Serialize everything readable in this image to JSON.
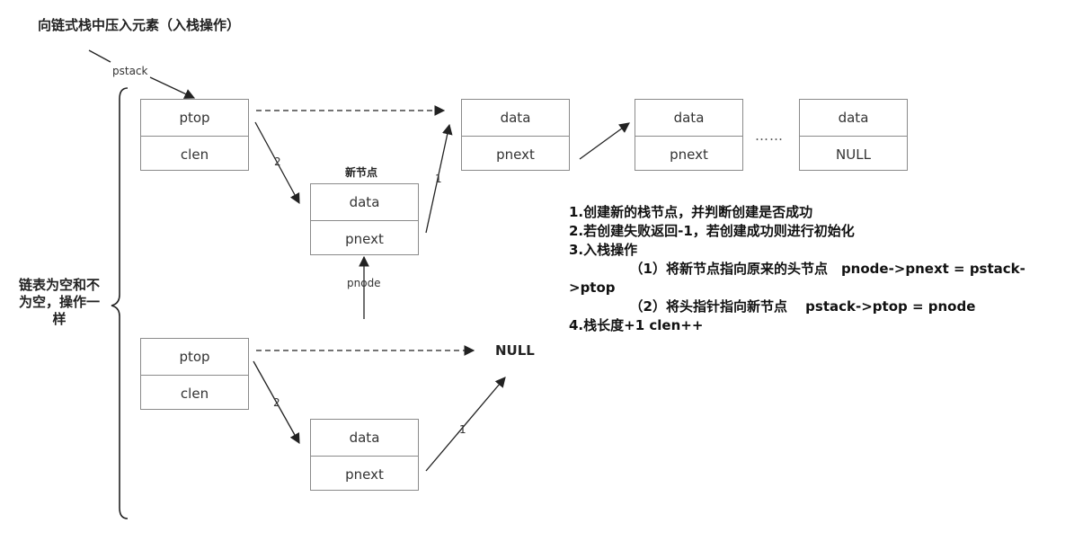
{
  "title": "向链式栈中压入元素（入栈操作）",
  "pstack_label": "pstack",
  "pnode_label": "pnode",
  "new_node_title": "新节点",
  "ellipsis": "……",
  "brace_label": "链表为空和不为空，操作一样",
  "top_section": {
    "stack_head": {
      "field1": "ptop",
      "field2": "clen"
    },
    "new_node": {
      "field1": "data",
      "field2": "pnext"
    },
    "node1": {
      "field1": "data",
      "field2": "pnext"
    },
    "node2": {
      "field1": "data",
      "field2": "pnext"
    },
    "node3": {
      "field1": "data",
      "field2": "NULL"
    },
    "step_2": "2",
    "step_1": "1"
  },
  "bottom_section": {
    "stack_head": {
      "field1": "ptop",
      "field2": "clen"
    },
    "new_node": {
      "field1": "data",
      "field2": "pnext"
    },
    "null_label": "NULL",
    "step_2": "2",
    "step_1": "1"
  },
  "description": [
    "1.创建新的栈节点，并判断创建是否成功",
    "2.若创建失败返回-1，若创建成功则进行初始化",
    "3.入栈操作",
    "　　　　　（1）将新节点指向原来的头节点　pnode->pnext = pstack->ptop",
    "　　　　　（2）将头指针指向新节点　 pstack->ptop = pnode",
    "4.栈长度+1 clen++"
  ]
}
